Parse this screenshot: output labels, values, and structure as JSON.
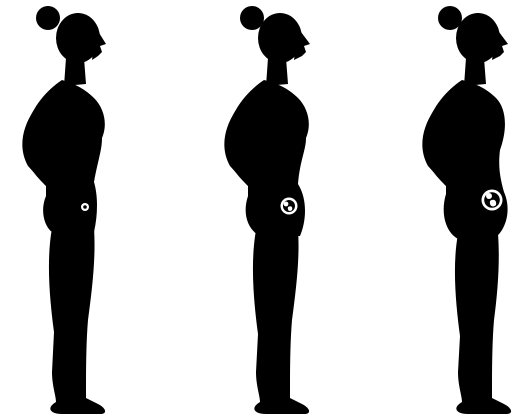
{
  "scene": {
    "background_color": "#ffffff",
    "silhouette_color": "#000000",
    "marker_color": "#ffffff",
    "figures": [
      {
        "stage": "early",
        "icon": "embryo-icon"
      },
      {
        "stage": "middle",
        "icon": "fetus-icon"
      },
      {
        "stage": "late",
        "icon": "fetus-icon"
      }
    ]
  }
}
